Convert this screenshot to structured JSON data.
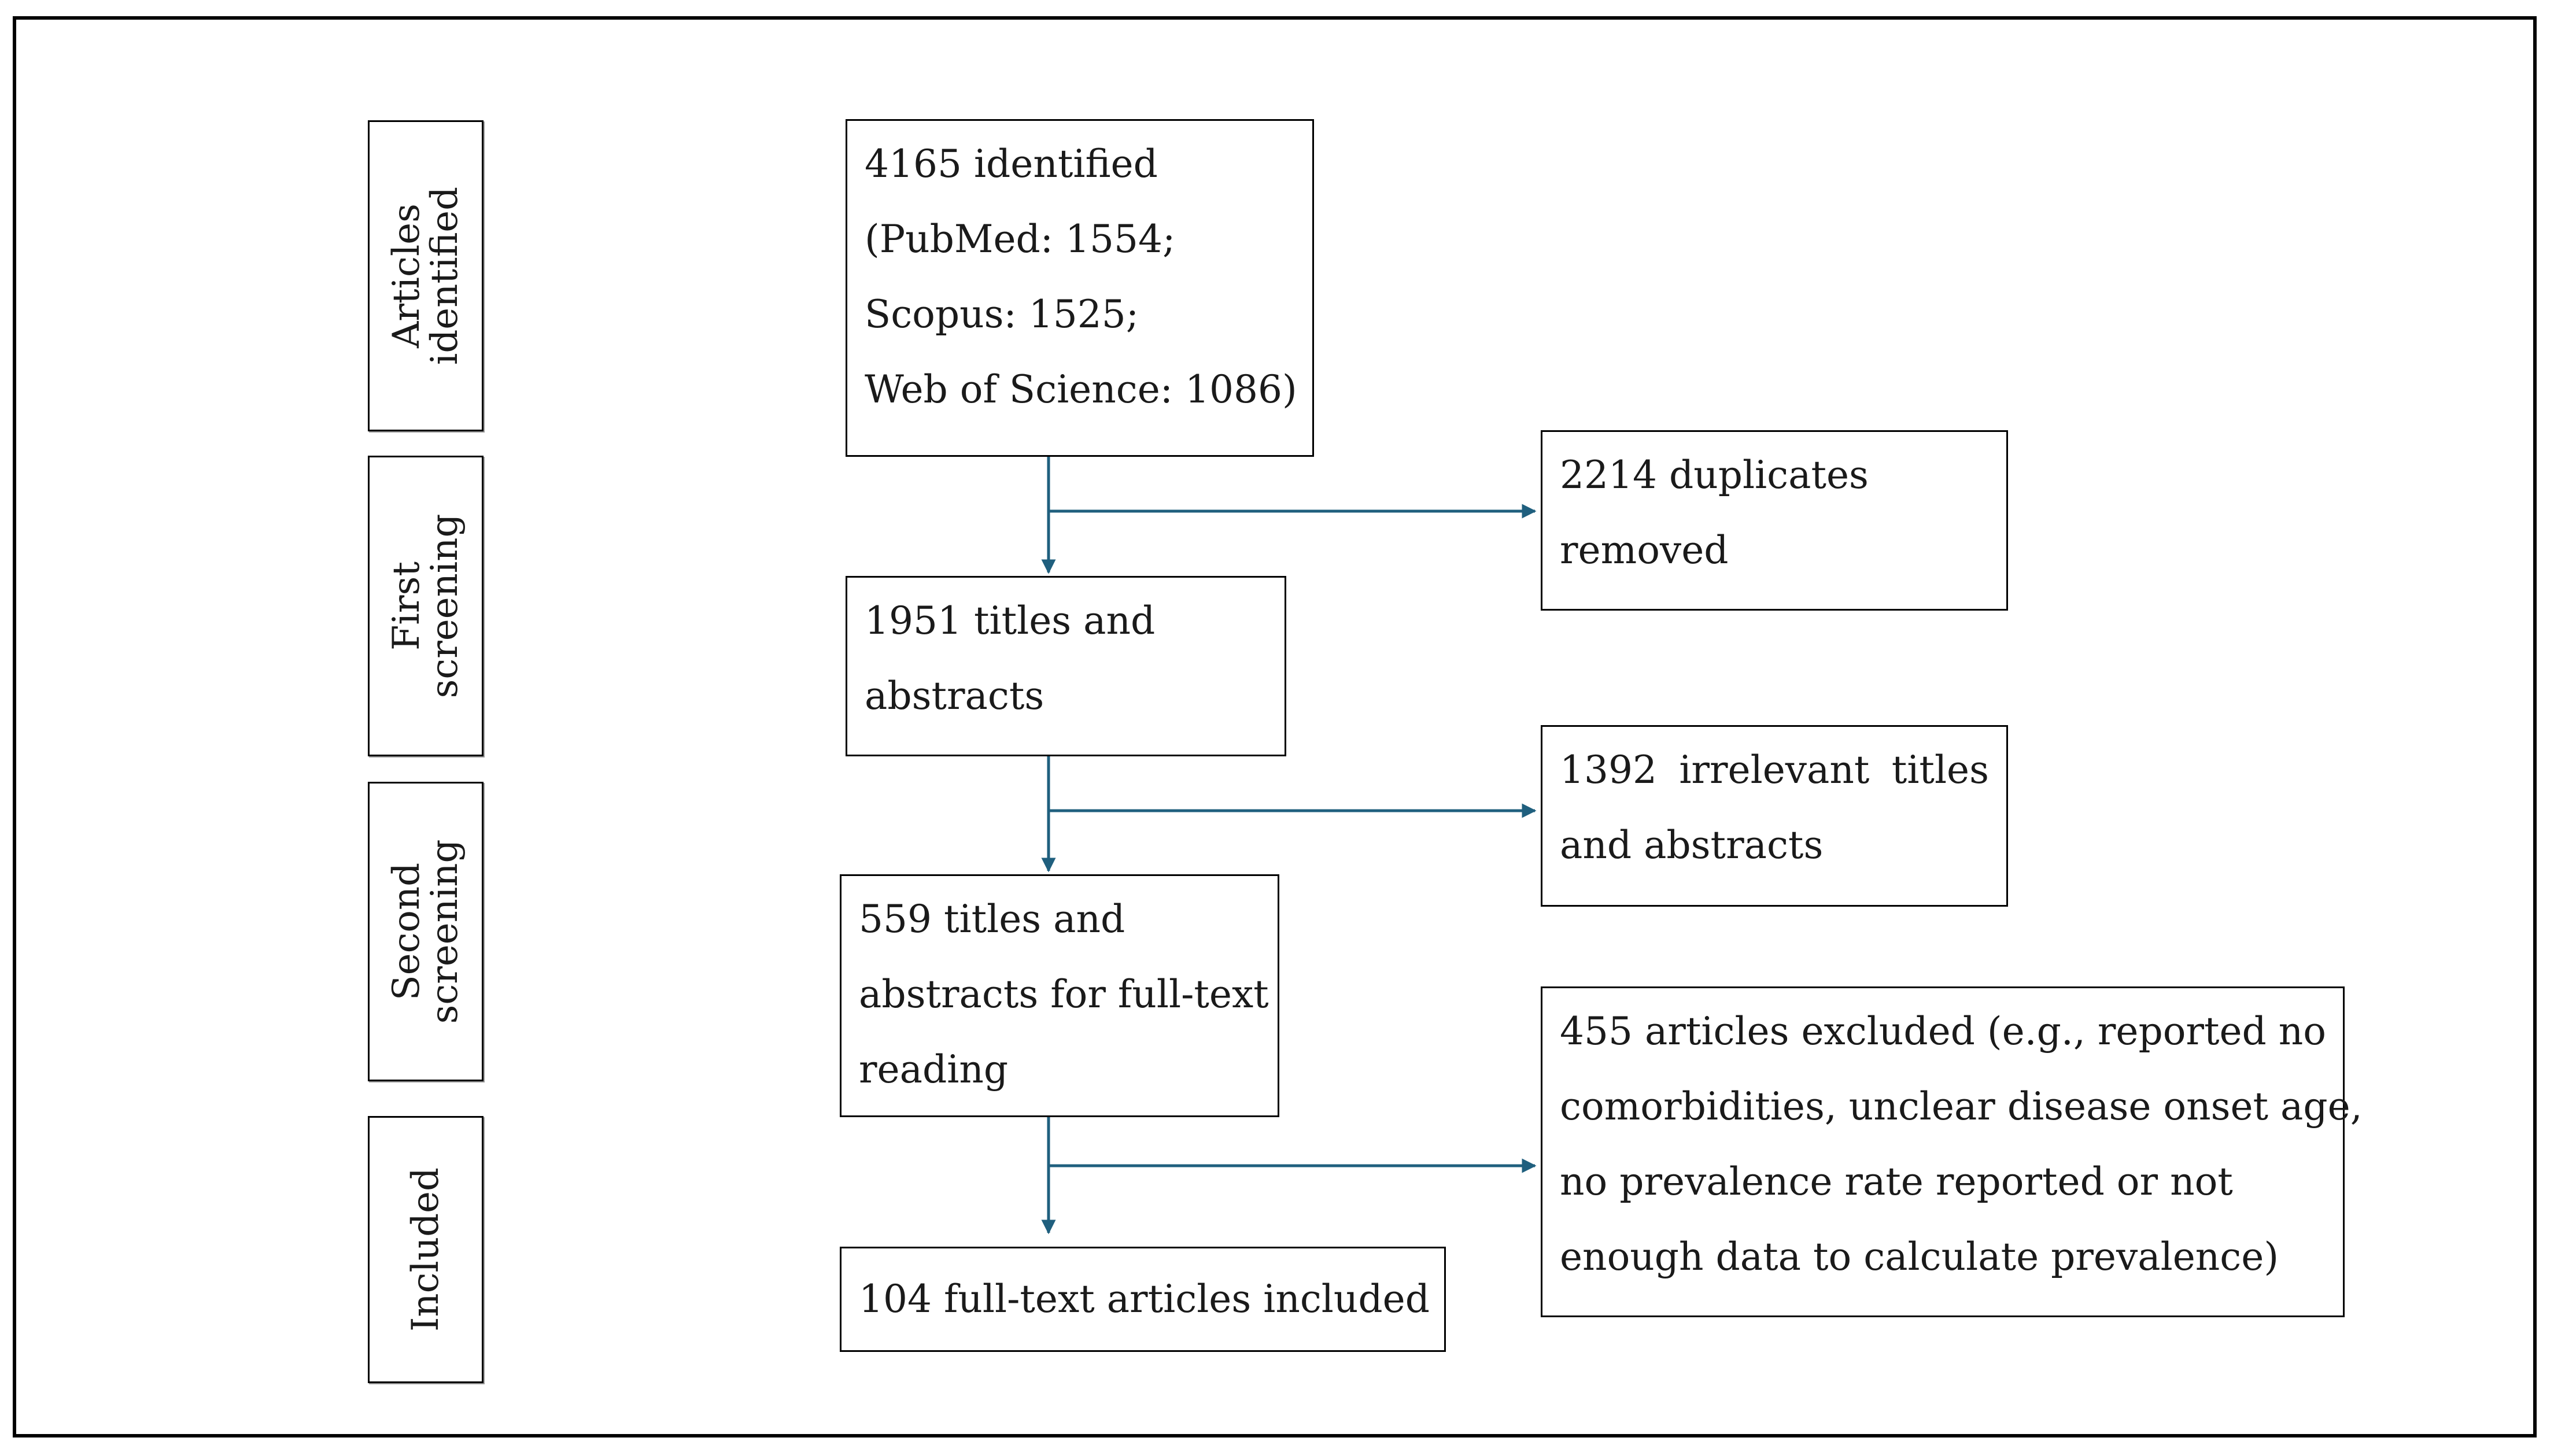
{
  "stages": [
    {
      "lines": [
        "Articles",
        "identified"
      ]
    },
    {
      "lines": [
        "First",
        "screening"
      ]
    },
    {
      "lines": [
        "Second",
        "screening"
      ]
    },
    {
      "lines": [
        "Included"
      ]
    }
  ],
  "main_boxes": {
    "identified": {
      "lines": [
        "4165 identified",
        "(PubMed: 1554;",
        "Scopus: 1525;",
        "Web of Science: 1086)"
      ]
    },
    "first_screening": {
      "lines": [
        "1951 titles and",
        "abstracts"
      ]
    },
    "second_screening": {
      "lines": [
        "559 titles and",
        "abstracts for full-text",
        "reading"
      ]
    },
    "included": {
      "lines": [
        "104 full-text articles included"
      ]
    }
  },
  "exclusion_boxes": {
    "duplicates": {
      "lines": [
        "2214 duplicates",
        "removed"
      ]
    },
    "irrelevant": {
      "lines": [
        [
          "1392",
          "irrelevant",
          "titles"
        ],
        "and abstracts"
      ]
    },
    "excluded": {
      "lines": [
        "455 articles excluded (e.g., reported no",
        "comorbidities, unclear disease onset age,",
        "no prevalence rate reported or not",
        "enough data to calculate prevalence)"
      ]
    }
  },
  "colors": {
    "arrow": "#1f5f7e",
    "border": "#000000"
  }
}
